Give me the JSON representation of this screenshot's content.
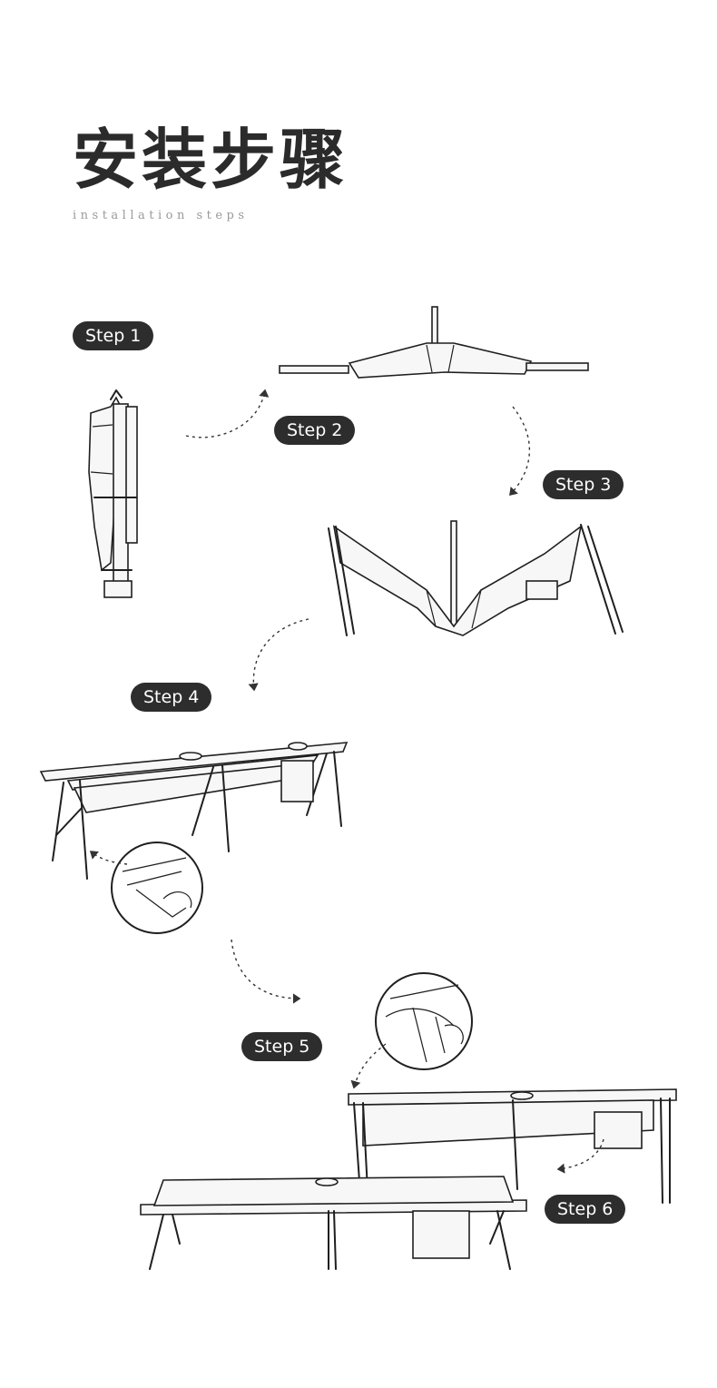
{
  "title": "安装步骤",
  "subtitle": "installation steps",
  "steps": [
    {
      "label": "Step 1"
    },
    {
      "label": "Step 2"
    },
    {
      "label": "Step 3"
    },
    {
      "label": "Step 4"
    },
    {
      "label": "Step 5"
    },
    {
      "label": "Step 6"
    }
  ],
  "colors": {
    "badge": "#2d2d2d",
    "line": "#1f1f1f",
    "subtitle": "#9a9a9a"
  }
}
